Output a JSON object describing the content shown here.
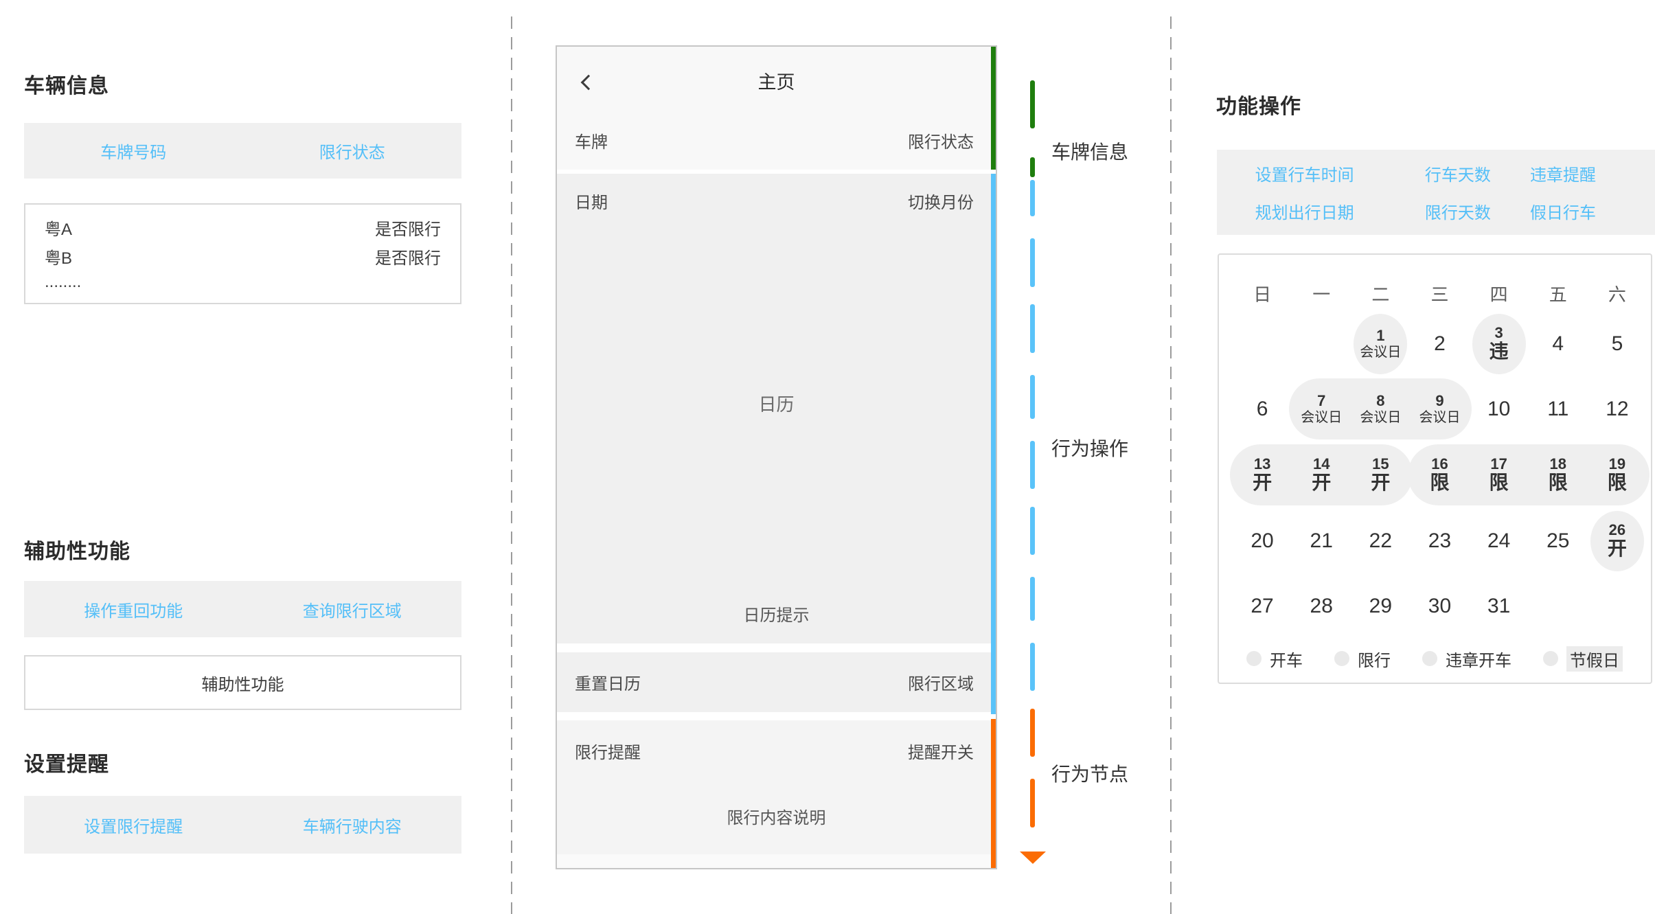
{
  "colors": {
    "link_blue": "#54bff8",
    "green": "#1f7e0e",
    "blue": "#5ac3f9",
    "orange": "#fb6c04"
  },
  "left_panel": {
    "vehicle_info": {
      "title": "车辆信息",
      "tabs": [
        "车牌号码",
        "限行状态"
      ],
      "rows": [
        {
          "plate": "粤A",
          "status": "是否限行"
        },
        {
          "plate": "粤B",
          "status": "是否限行"
        },
        {
          "plate": "........",
          "status": ""
        }
      ]
    },
    "auxiliary": {
      "title": "辅助性功能",
      "links": [
        "操作重回功能",
        "查询限行区域"
      ],
      "box_label": "辅助性功能"
    },
    "reminder": {
      "title": "设置提醒",
      "links": [
        "设置限行提醒",
        "车辆行驶内容"
      ]
    }
  },
  "phone": {
    "title": "主页",
    "plate_row": {
      "left": "车牌",
      "right": "限行状态"
    },
    "date_row": {
      "left": "日期",
      "right": "切换月份"
    },
    "calendar_placeholder": "日历",
    "calendar_hint": "日历提示",
    "reset_row": {
      "left": "重置日历",
      "right": "限行区域"
    },
    "remind_row": {
      "left": "限行提醒",
      "right": "提醒开关"
    },
    "remind_note": "限行内容说明"
  },
  "annotations": [
    "车牌信息",
    "行为操作",
    "行为节点"
  ],
  "right_panel": {
    "title": "功能操作",
    "actions": [
      [
        "设置行车时间",
        "行车天数",
        "违章提醒"
      ],
      [
        "规划出行日期",
        "限行天数",
        "假日行车"
      ]
    ],
    "calendar": {
      "weekdays": [
        "日",
        "一",
        "二",
        "三",
        "四",
        "五",
        "六"
      ],
      "weeks": [
        [
          {
            "day": ""
          },
          {
            "day": ""
          },
          {
            "day": "1",
            "tag": "会议日",
            "shape": "circle"
          },
          {
            "day": "2"
          },
          {
            "day": "3",
            "tag": "违",
            "bold": true,
            "shape": "circle"
          },
          {
            "day": "4"
          },
          {
            "day": "5"
          }
        ],
        [
          {
            "day": "6"
          },
          {
            "day": "7",
            "tag": "会议日"
          },
          {
            "day": "8",
            "tag": "会议日"
          },
          {
            "day": "9",
            "tag": "会议日"
          },
          {
            "day": "10"
          },
          {
            "day": "11"
          },
          {
            "day": "12"
          }
        ],
        [
          {
            "day": "13",
            "tag": "开",
            "bold": true
          },
          {
            "day": "14",
            "tag": "开",
            "bold": true
          },
          {
            "day": "15",
            "tag": "开",
            "bold": true
          },
          {
            "day": "16",
            "tag": "限",
            "bold": true
          },
          {
            "day": "17",
            "tag": "限",
            "bold": true
          },
          {
            "day": "18",
            "tag": "限",
            "bold": true
          },
          {
            "day": "19",
            "tag": "限",
            "bold": true
          }
        ],
        [
          {
            "day": "20"
          },
          {
            "day": "21"
          },
          {
            "day": "22"
          },
          {
            "day": "23"
          },
          {
            "day": "24"
          },
          {
            "day": "25"
          },
          {
            "day": "26",
            "tag": "开",
            "bold": true,
            "shape": "circle"
          }
        ],
        [
          {
            "day": "27"
          },
          {
            "day": "28"
          },
          {
            "day": "29"
          },
          {
            "day": "30"
          },
          {
            "day": "31"
          },
          {
            "day": ""
          },
          {
            "day": ""
          }
        ]
      ],
      "pills": [
        {
          "week": 1,
          "start": 1,
          "end": 3
        },
        {
          "week": 2,
          "start": 0,
          "end": 2
        },
        {
          "week": 2,
          "start": 3,
          "end": 6
        }
      ],
      "legend": [
        {
          "label": "开车",
          "highlight": false
        },
        {
          "label": "限行",
          "highlight": false
        },
        {
          "label": "违章开车",
          "highlight": false
        },
        {
          "label": "节假日",
          "highlight": true
        }
      ]
    }
  }
}
